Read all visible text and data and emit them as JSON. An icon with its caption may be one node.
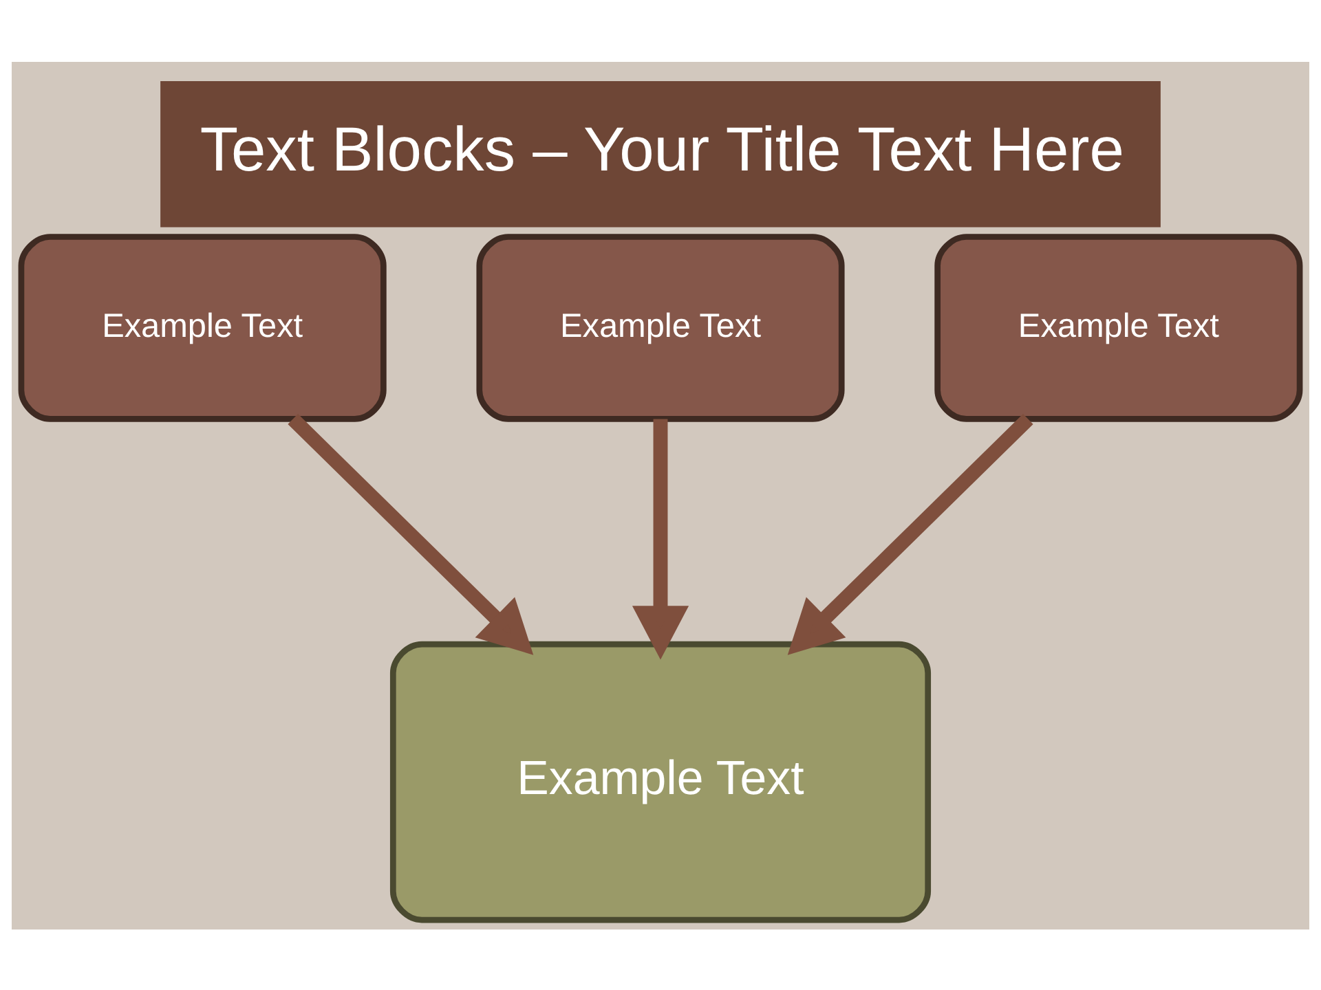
{
  "diagram": {
    "title": "Text Blocks – Your Title Text Here",
    "nodes": [
      {
        "text": [
          "Example Text"
        ]
      },
      {
        "text": [
          "Example Text"
        ]
      },
      {
        "text": [
          "Example Text"
        ]
      },
      {
        "text": [
          "Example Text"
        ]
      }
    ],
    "edges": [
      {
        "from": 0,
        "to": 3,
        "arrow": "to"
      },
      {
        "from": 1,
        "to": 3,
        "arrow": "to"
      },
      {
        "from": 2,
        "to": 3,
        "arrow": "to"
      }
    ]
  }
}
